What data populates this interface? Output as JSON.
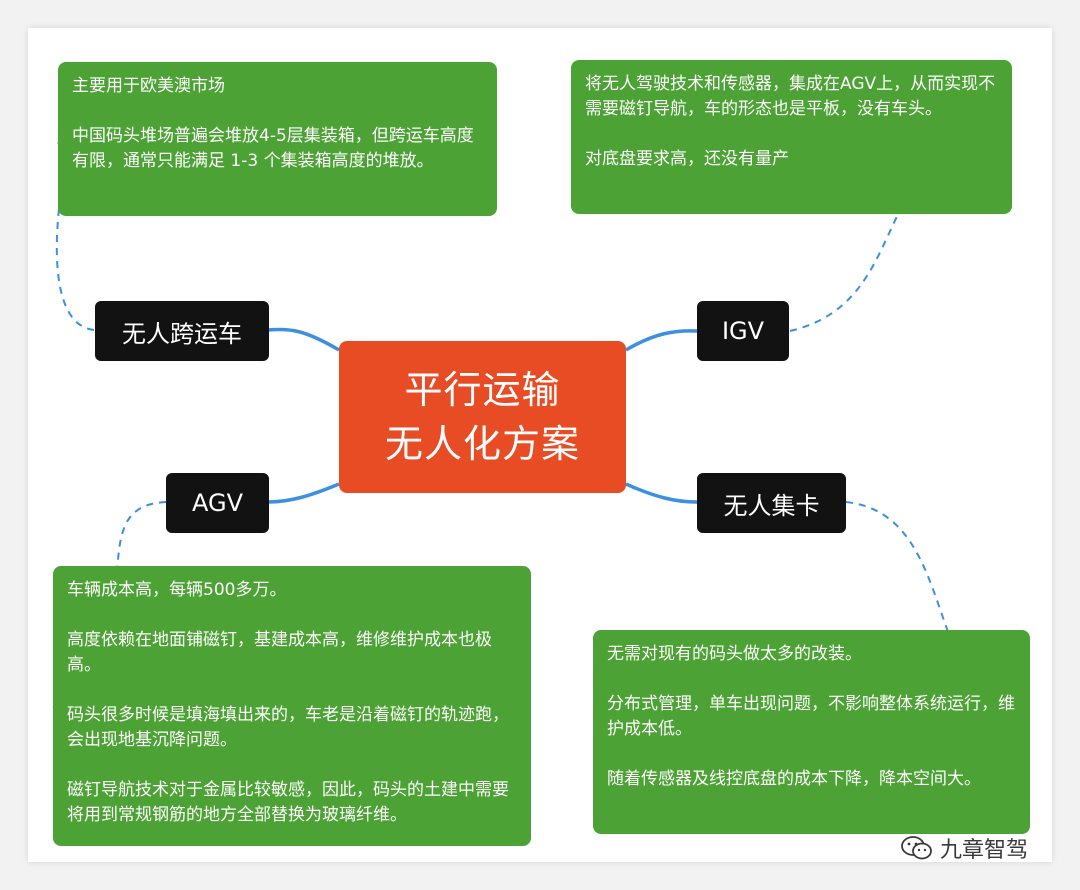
{
  "center": {
    "line1": "平行运输",
    "line2": "无人化方案"
  },
  "branches": {
    "straddle": "无人跨运车",
    "igv": "IGV",
    "agv": "AGV",
    "truck": "无人集卡"
  },
  "notes": {
    "straddle": [
      "主要用于欧美澳市场",
      "中国码头堆场普遍会堆放4-5层集装箱，但跨运车高度有限，通常只能满足 1-3 个集装箱高度的堆放。"
    ],
    "igv": [
      "将无人驾驶技术和传感器，集成在AGV上，从而实现不需要磁钉导航，车的形态也是平板，没有车头。",
      "对底盘要求高，还没有量产"
    ],
    "agv": [
      "车辆成本高，每辆500多万。",
      "高度依赖在地面铺磁钉，基建成本高，维修维护成本也极高。",
      "码头很多时候是填海填出来的，车老是沿着磁钉的轨迹跑，会出现地基沉降问题。",
      "磁钉导航技术对于金属比较敏感，因此，码头的土建中需要将用到常规钢筋的地方全部替换为玻璃纤维。"
    ],
    "truck": [
      "无需对现有的码头做太多的改装。",
      "分布式管理，单车出现问题，不影响整体系统运行，维护成本低。",
      "随着传感器及线控底盘的成本下降，降本空间大。"
    ]
  },
  "watermark": {
    "icon": "wechat-icon",
    "text": "九章智驾"
  },
  "colors": {
    "center_bg": "#e74c24",
    "branch_bg": "#121212",
    "note_bg": "#4ca234",
    "link_solid": "#3d8fe0",
    "link_dashed": "#3d8fe0"
  }
}
